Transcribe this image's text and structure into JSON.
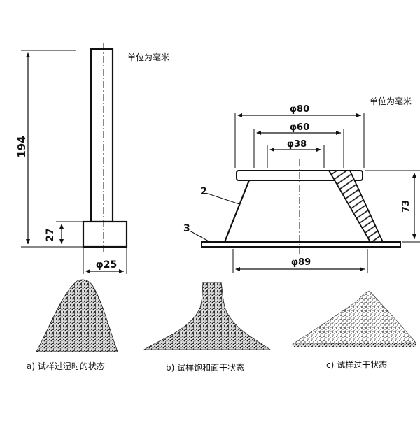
{
  "units_left": "单位为毫米",
  "units_right": "单位为毫米",
  "tamper": {
    "height_label": "194",
    "foot_height_label": "27",
    "foot_diameter_label": "φ25"
  },
  "cone": {
    "top_outer_label": "φ80",
    "top_mid_label": "φ60",
    "top_inner_label": "φ38",
    "base_label": "φ89",
    "height_label": "73",
    "part_2": "2",
    "part_3": "3"
  },
  "captions": {
    "a": "a) 试样过湿时的状态",
    "b": "b) 试样饱和面干状态",
    "c": "c) 试样过干状态"
  }
}
